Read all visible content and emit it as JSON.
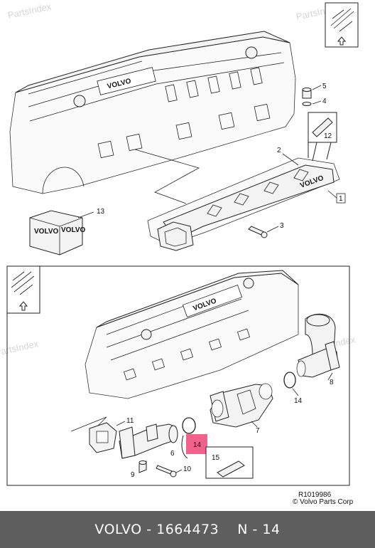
{
  "watermark": "PartsIndex",
  "diagram": {
    "upper": {
      "callouts": {
        "c1": "1",
        "c2": "2",
        "c3": "3",
        "c4": "4",
        "c5": "5",
        "c12": "12",
        "c13": "13"
      },
      "cover_logo": "VOLVO",
      "box_logo": "VOLVO"
    },
    "lower": {
      "callouts": {
        "c6": "6",
        "c7": "7",
        "c8": "8",
        "c9": "9",
        "c10": "10",
        "c11": "11",
        "c14a": "14",
        "c14b": "14",
        "c15": "15"
      },
      "cover_logo": "VOLVO",
      "highlight_color": "#f0628a"
    },
    "reference": "R1019986",
    "copyright": "© Volvo Parts Corp"
  },
  "footer": {
    "brand": "VOLVO",
    "part_number": "1664473",
    "position": "N - 14"
  }
}
